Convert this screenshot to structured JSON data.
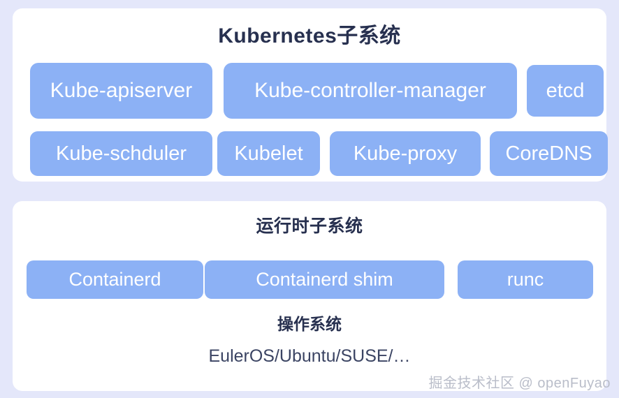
{
  "background_color": "#e4e7fa",
  "card_color": "#ffffff",
  "chip_color": "#8cb1f5",
  "title_color": "#27304f",
  "sections": {
    "kubernetes": {
      "title": "Kubernetes子系统",
      "row1": [
        {
          "label": "Kube-apiserver"
        },
        {
          "label": "Kube-controller-manager"
        },
        {
          "label": "etcd"
        }
      ],
      "row2": [
        {
          "label": "Kube-schduler"
        },
        {
          "label": "Kubelet"
        },
        {
          "label": "Kube-proxy"
        },
        {
          "label": "CoreDNS"
        }
      ]
    },
    "runtime": {
      "title": "运行时子系统",
      "components": [
        {
          "label": "Containerd"
        },
        {
          "label": "Containerd shim"
        },
        {
          "label": "runc"
        }
      ],
      "os_title": "操作系统",
      "os_list": "EulerOS/Ubuntu/SUSE/…"
    }
  },
  "watermark": "掘金技术社区 @ openFuyao"
}
